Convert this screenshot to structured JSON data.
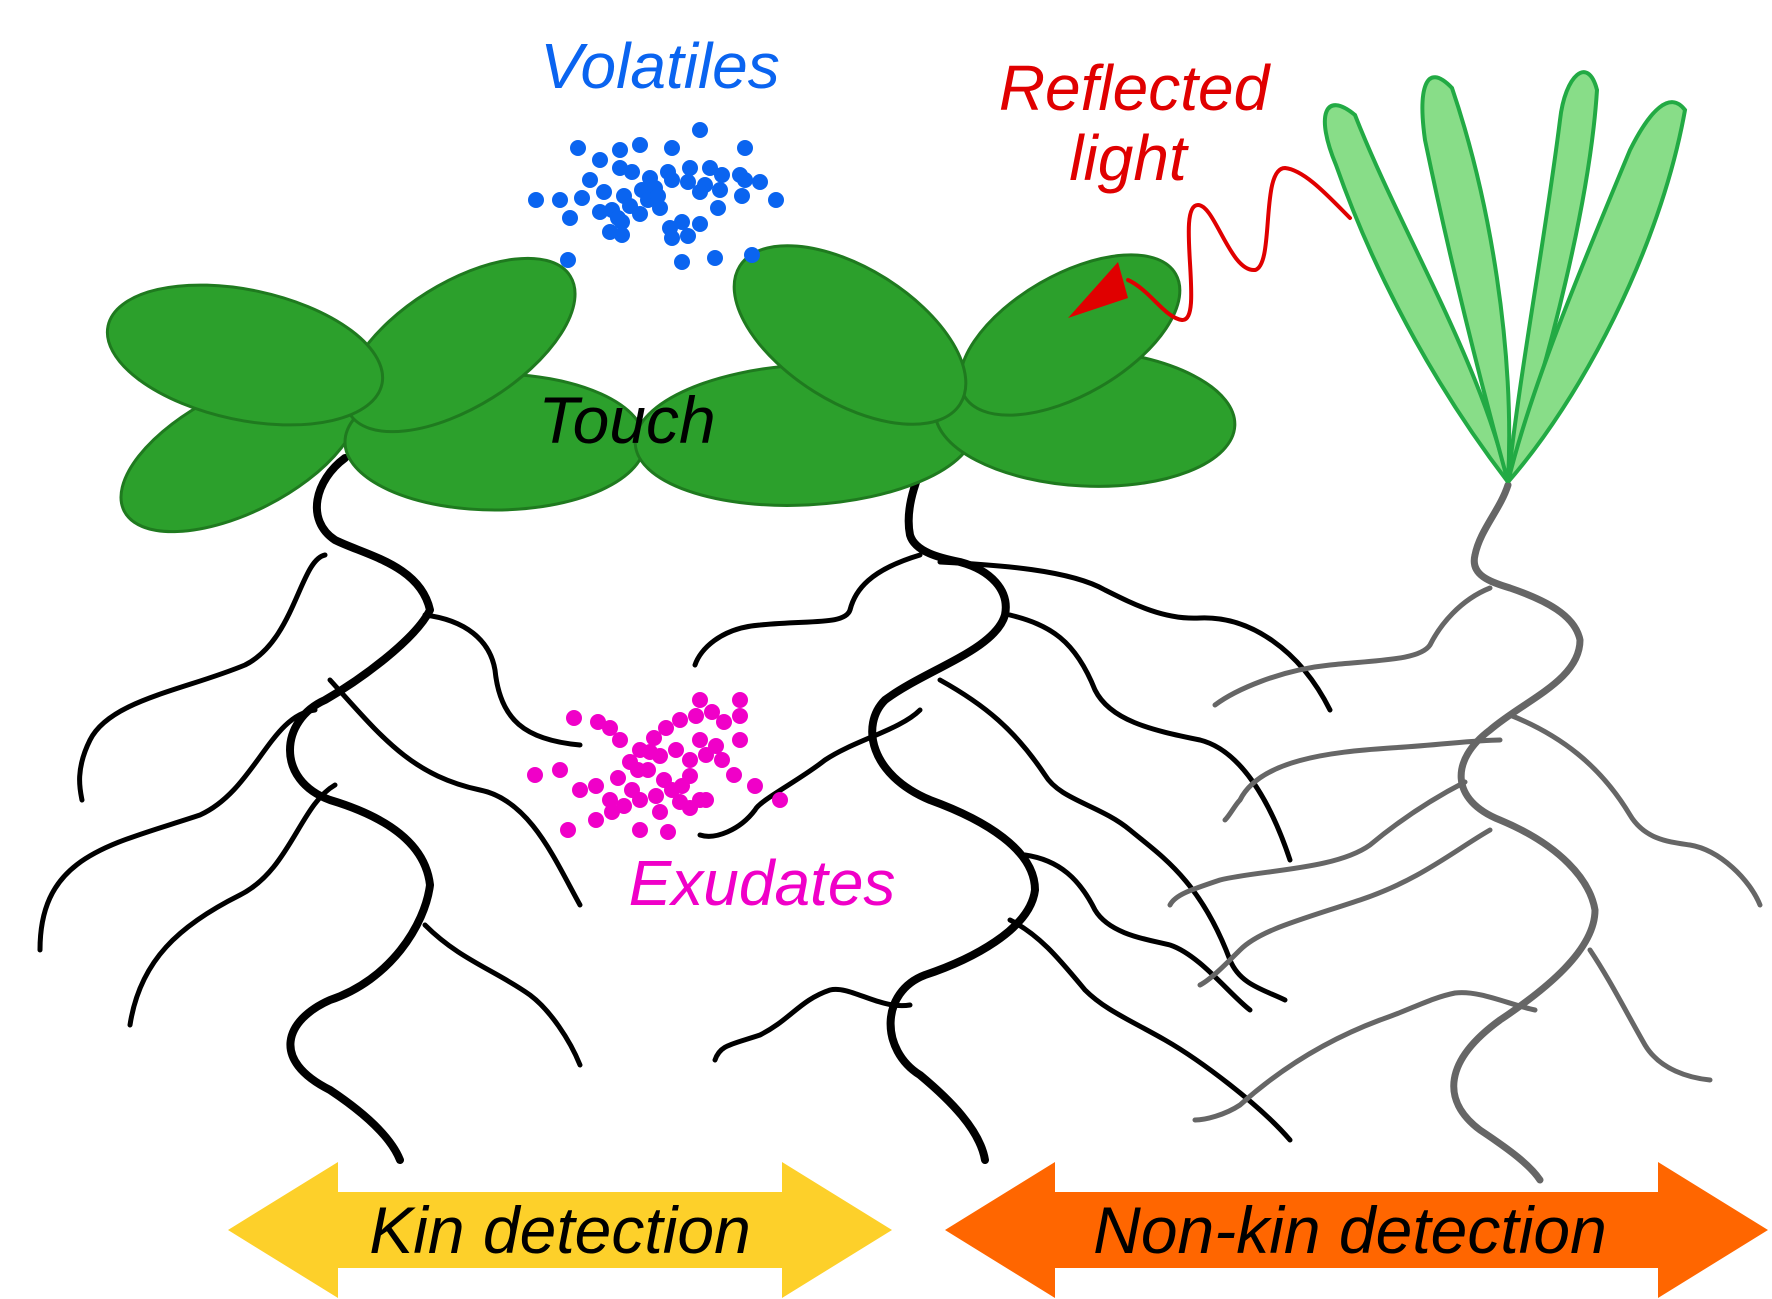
{
  "labels": {
    "volatiles": "Volatiles",
    "reflected_light_line1": "Reflected",
    "reflected_light_line2": "light",
    "touch": "Touch",
    "exudates": "Exudates",
    "kin_detection": "Kin detection",
    "non_kin_detection": "Non-kin detection"
  },
  "colors": {
    "volatiles": "#0a64f0",
    "reflected_light": "#e00000",
    "touch": "#000000",
    "exudates": "#f000c8",
    "leaf_dark": "#2ca02c",
    "leaf_dark_stroke": "#1f7a1f",
    "leaf_light": "#88dd88",
    "leaf_light_stroke": "#22aa44",
    "root_kin": "#000000",
    "root_nonkin": "#666666",
    "kin_arrow": "#fdd02a",
    "nonkin_arrow": "#ff6600"
  }
}
